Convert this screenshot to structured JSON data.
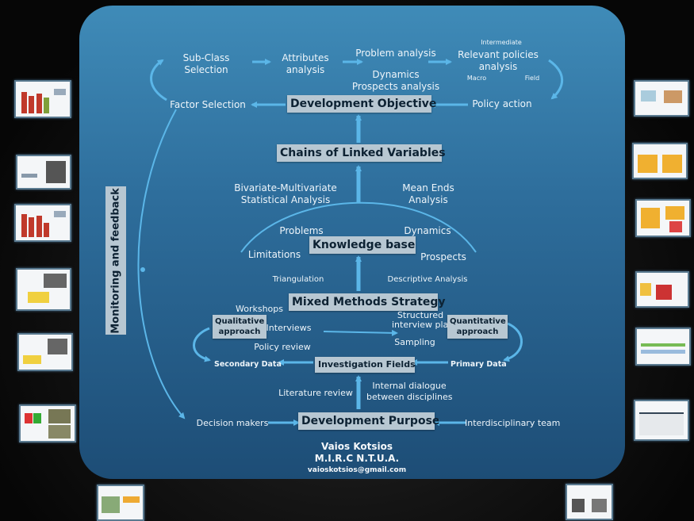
{
  "colors": {
    "panel_top": "#3f8bb8",
    "panel_bottom": "#1d4d76",
    "arrow": "#5bb6e8",
    "box_fill": "#b7c7d2",
    "box_text": "#0d2233",
    "text": "#eef5fa"
  },
  "top_cycle": {
    "sub_class": "Sub-Class\nSelection",
    "attributes": "Attributes\nanalysis",
    "problem_analysis": "Problem analysis",
    "dynamics_prospects": "Dynamics\nProspects analysis",
    "intermediate": "Intermediate",
    "relevant_policies": "Relevant policies\nanalysis",
    "macro": "Macro",
    "field": "Field",
    "policy_action": "Policy action",
    "development_objective": "Development Objective",
    "factor_selection": "Factor Selection"
  },
  "chains": {
    "title": "Chains of Linked Variables",
    "bivariate": "Bivariate-Multivariate\nStatistical Analysis",
    "mean_ends": "Mean Ends\nAnalysis"
  },
  "knowledge": {
    "title": "Knowledge base",
    "problems": "Problems",
    "dynamics": "Dynamics",
    "limitations": "Limitations",
    "prospects": "Prospects",
    "triangulation": "Triangulation",
    "descriptive": "Descriptive Analysis"
  },
  "methods": {
    "title": "Mixed Methods Strategy",
    "workshops": "Workshops",
    "qualitative": "Qualitative\napproach",
    "interviews": "Interviews",
    "structured": "Structured\ninterview plan",
    "quantitative": "Quantitative\napproach",
    "policy_review": "Policy review",
    "sampling": "Sampling",
    "secondary_data": "Secondary Data",
    "investigation_fields": "Investigation Fields",
    "primary_data": "Primary Data"
  },
  "purpose": {
    "literature_review": "Literature review",
    "internal_dialogue": "Internal dialogue\nbetween disciplines",
    "decision_makers": "Decision makers",
    "title": "Development Purpose",
    "team": "Interdisciplinary team"
  },
  "side_label": "Monitoring and feedback",
  "footer": {
    "name": "Vaios Kotsios",
    "org": "M.I.R.C N.T.U.A.",
    "email": "vaioskotsios@gmail.com"
  }
}
